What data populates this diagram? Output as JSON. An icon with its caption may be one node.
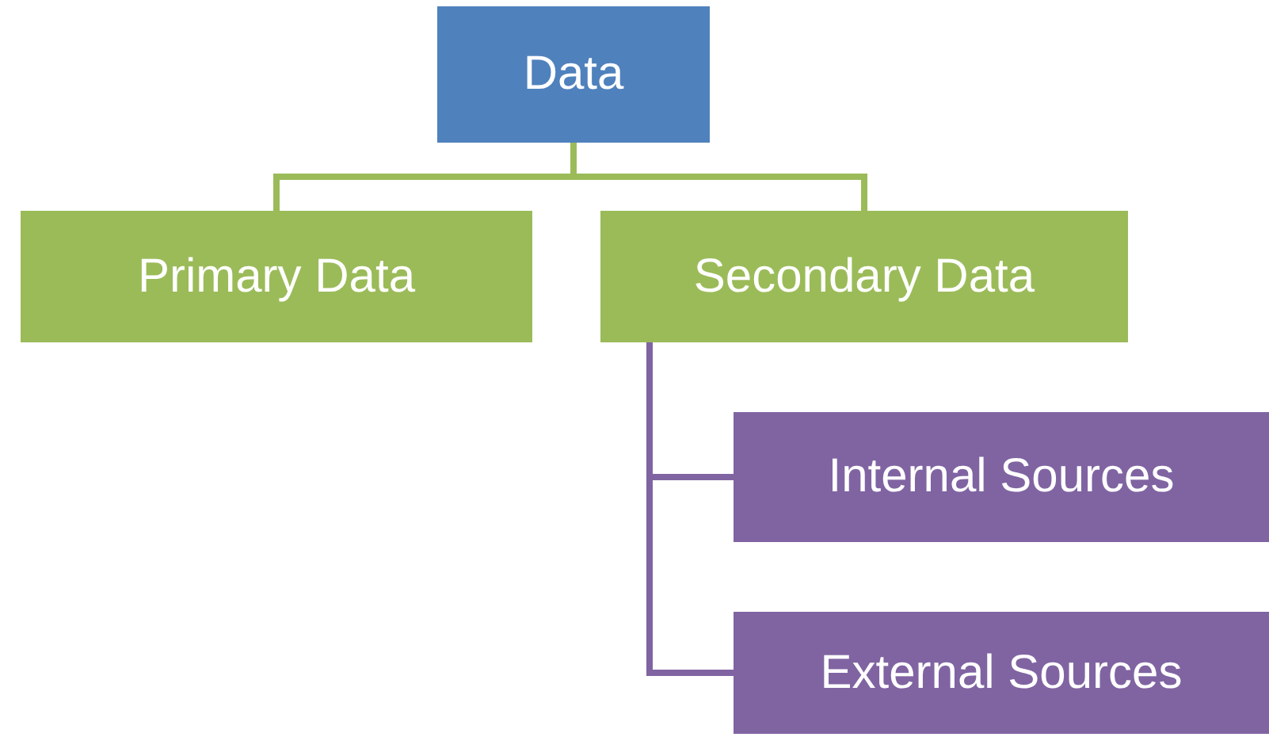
{
  "diagram": {
    "nodes": [
      {
        "text": [
          "Data"
        ]
      },
      {
        "text": [
          "Primary Data"
        ]
      },
      {
        "text": [
          "Secondary Data"
        ]
      },
      {
        "text": [
          "Internal Sources"
        ]
      },
      {
        "text": [
          "External Sources"
        ]
      }
    ],
    "edges": [
      {
        "from": 0,
        "to": 1,
        "arrow": "none"
      },
      {
        "from": 0,
        "to": 2,
        "arrow": "none"
      },
      {
        "from": 2,
        "to": 3,
        "arrow": "none",
        "color": "#8064a2"
      },
      {
        "from": 2,
        "to": 4,
        "arrow": "none",
        "color": "#8064a2"
      }
    ]
  }
}
